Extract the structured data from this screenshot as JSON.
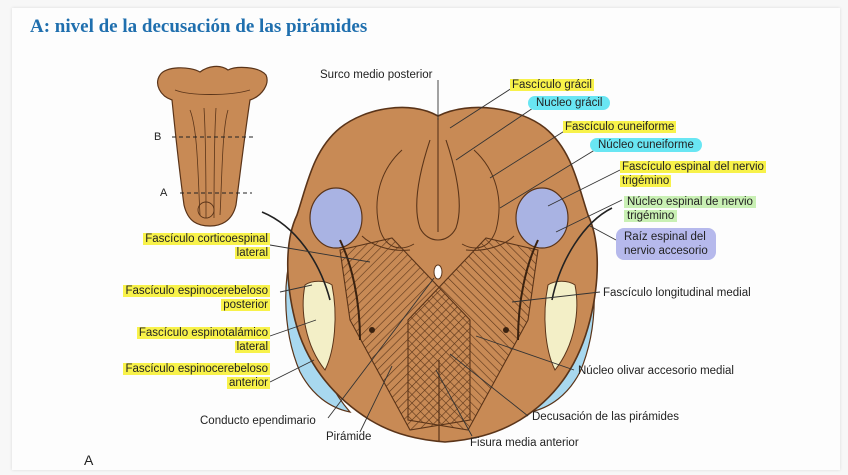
{
  "heading": "A: nivel de la decusación de las pirámides",
  "figure_letter": "A",
  "inset": {
    "level_b": "B",
    "level_a": "A"
  },
  "labels": {
    "surco_medio_posterior": "Surco medio posterior",
    "fasciculo_gracil": "Fascículo grácil",
    "nucleo_gracil": "Nucleo grácil",
    "fasciculo_cuneiforme": "Fascículo cuneiforme",
    "nucleo_cuneiforme": "Núcleo cuneiforme",
    "fasciculo_espinal_trigemino_1": "Fascículo espinal del nervio",
    "fasciculo_espinal_trigemino_2": "trigémino",
    "nucleo_espinal_trigemino_1": "Núcleo espinal de nervio",
    "nucleo_espinal_trigemino_2": "trigémino",
    "raiz_espinal_1": "Raíz espinal del",
    "raiz_espinal_2": "nervio accesorio",
    "fasciculo_longitudinal_medial": "Fascículo longitudinal medial",
    "nucleo_olivar": "Núcleo olivar accesorio medial",
    "decusacion": "Decusación de las pirámides",
    "fisura_media_anterior": "Fisura media anterior",
    "piramide": "Pirámide",
    "conducto_ependimario": "Conducto ependimario",
    "corticoespinal_1": "Fascículo corticoespinal",
    "corticoespinal_2": "lateral",
    "espinocerebeloso_post_1": "Fascículo espinocerebeloso",
    "espinocerebeloso_post_2": "posterior",
    "espinotalamico_1": "Fascículo espinotalámico",
    "espinotalamico_2": "lateral",
    "espinocerebeloso_ant_1": "Fascículo espinocerebeloso",
    "espinocerebeloso_ant_2": "anterior"
  },
  "colors": {
    "heading": "#1f6fae",
    "tissue": "#c88a55",
    "tissue_dark": "#a0673b",
    "gray_matter_nucleus": "#a9b3e3",
    "lateral_blue": "#a8d8ef",
    "lateral_cream": "#f3efc7",
    "highlight_yellow": "#f8f24a",
    "highlight_cyan": "#69e6f3",
    "highlight_green": "#c9f0b4",
    "highlight_purple": "#b6b9ec"
  }
}
